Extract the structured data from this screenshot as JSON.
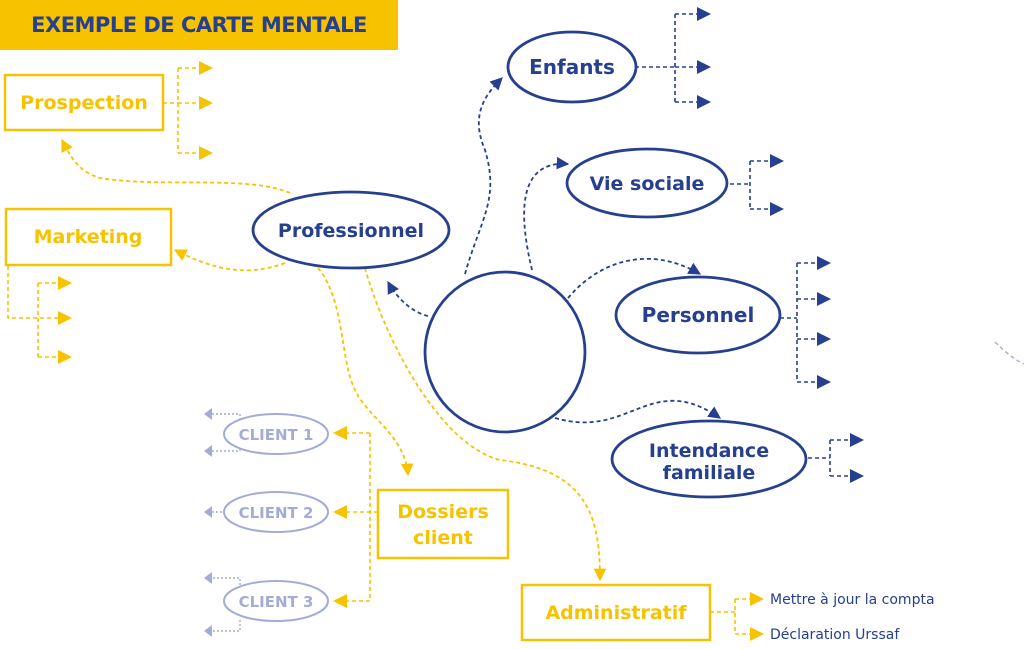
{
  "title": "EXEMPLE DE CARTE MENTALE",
  "colors": {
    "navy": "#26408f",
    "yellow": "#f7c300",
    "pale": "#a4acd6"
  },
  "blue_nodes": {
    "enfants": "Enfants",
    "vie_sociale": "Vie sociale",
    "personnel": "Personnel",
    "intendance_line1": "Intendance",
    "intendance_line2": "familiale",
    "professionnel": "Professionnel"
  },
  "yellow_nodes": {
    "prospection": "Prospection",
    "marketing": "Marketing",
    "dossiers_line1": "Dossiers",
    "dossiers_line2": "client",
    "administratif": "Administratif"
  },
  "clients": [
    "CLIENT 1",
    "CLIENT 2",
    "CLIENT 3"
  ],
  "admin_tasks": [
    "Mettre à jour la compta",
    "Déclaration Urssaf"
  ]
}
